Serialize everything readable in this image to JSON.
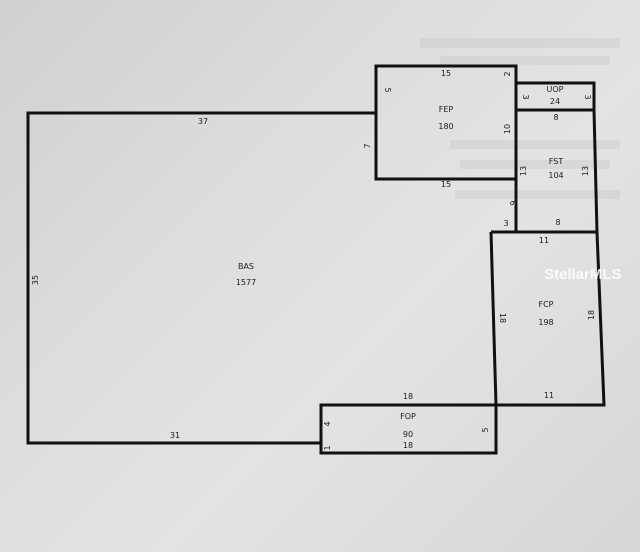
{
  "watermark": "StellarMLS",
  "rooms": {
    "BAS": {
      "name": "BAS",
      "area": "1577"
    },
    "FEP": {
      "name": "FEP",
      "area": "180"
    },
    "UOP": {
      "name": "UOP",
      "area": "24"
    },
    "FST": {
      "name": "FST",
      "area": "104"
    },
    "FCP": {
      "name": "FCP",
      "area": "198"
    },
    "FOP": {
      "name": "FOP",
      "area": "90",
      "extra": "18"
    }
  },
  "dims": {
    "bas_top": "37",
    "bas_left": "35",
    "bas_bottom": "31",
    "bas_right_top": "7",
    "fep_top": "15",
    "fep_bottom": "15",
    "fep_left": "5",
    "fep_right": "10",
    "fep_corner": "2",
    "uop_left": "3",
    "uop_right": "3",
    "uop_bottom": "8",
    "fst_left": "13",
    "fst_right": "13",
    "fst_bottom": "8",
    "fst_side_a": "6",
    "fst_side_b": "3",
    "fcp_top": "11",
    "fcp_left": "18",
    "fcp_right": "18",
    "fcp_bottom": "11",
    "fop_top": "18",
    "fop_left_a": "4",
    "fop_left_b": "1",
    "fop_right": "5"
  }
}
